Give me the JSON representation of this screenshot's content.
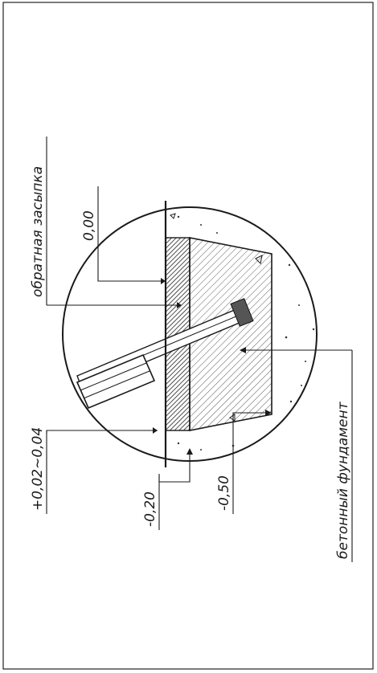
{
  "labels": {
    "backfill": "обратная засыпка",
    "level_zero": "0,00",
    "level_plus": "+0,02~0,04",
    "level_020": "-0,20",
    "level_050": "-0,50",
    "foundation": "бетонный фундамент"
  }
}
